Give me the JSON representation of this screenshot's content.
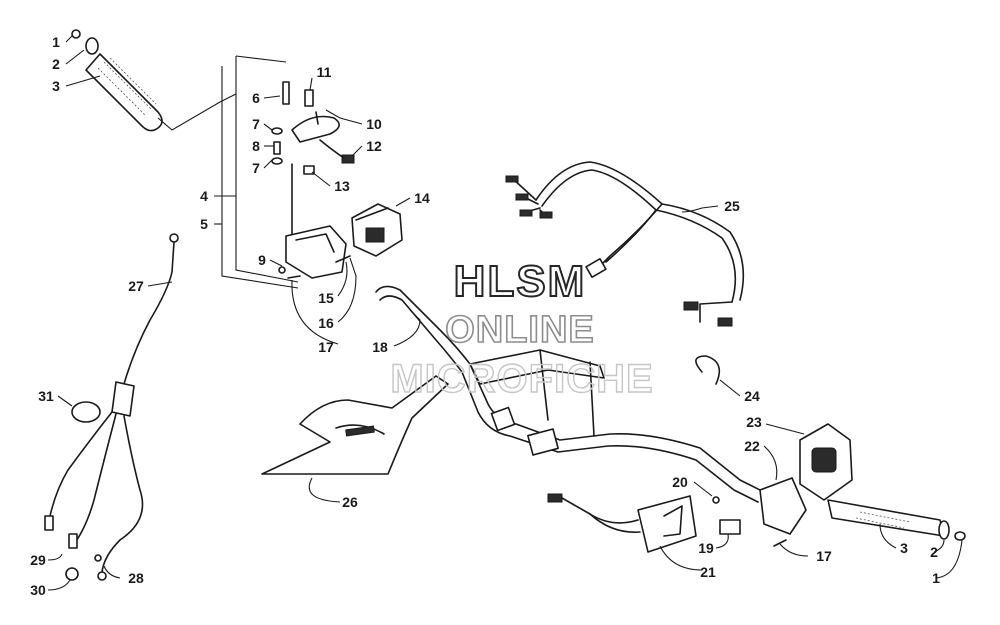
{
  "watermark": {
    "line1": "HLSM",
    "line2": "ONLINE",
    "line3": "MICROFICHE"
  },
  "callouts": [
    {
      "id": "c1a",
      "text": "1"
    },
    {
      "id": "c2a",
      "text": "2"
    },
    {
      "id": "c3a",
      "text": "3"
    },
    {
      "id": "c4",
      "text": "4"
    },
    {
      "id": "c5",
      "text": "5"
    },
    {
      "id": "c6",
      "text": "6"
    },
    {
      "id": "c7a",
      "text": "7"
    },
    {
      "id": "c7b",
      "text": "7"
    },
    {
      "id": "c8",
      "text": "8"
    },
    {
      "id": "c9",
      "text": "9"
    },
    {
      "id": "c10",
      "text": "10"
    },
    {
      "id": "c11",
      "text": "11"
    },
    {
      "id": "c12",
      "text": "12"
    },
    {
      "id": "c13",
      "text": "13"
    },
    {
      "id": "c14",
      "text": "14"
    },
    {
      "id": "c15",
      "text": "15"
    },
    {
      "id": "c16",
      "text": "16"
    },
    {
      "id": "c17a",
      "text": "17"
    },
    {
      "id": "c18",
      "text": "18"
    },
    {
      "id": "c25",
      "text": "25"
    },
    {
      "id": "c27",
      "text": "27"
    },
    {
      "id": "c31",
      "text": "31"
    },
    {
      "id": "c24",
      "text": "24"
    },
    {
      "id": "c23",
      "text": "23"
    },
    {
      "id": "c22",
      "text": "22"
    },
    {
      "id": "c26",
      "text": "26"
    },
    {
      "id": "c20",
      "text": "20"
    },
    {
      "id": "c19",
      "text": "19"
    },
    {
      "id": "c21",
      "text": "21"
    },
    {
      "id": "c17b",
      "text": "17"
    },
    {
      "id": "c3b",
      "text": "3"
    },
    {
      "id": "c2b",
      "text": "2"
    },
    {
      "id": "c1b",
      "text": "1"
    },
    {
      "id": "c29",
      "text": "29"
    },
    {
      "id": "c28",
      "text": "28"
    },
    {
      "id": "c30",
      "text": "30"
    }
  ]
}
